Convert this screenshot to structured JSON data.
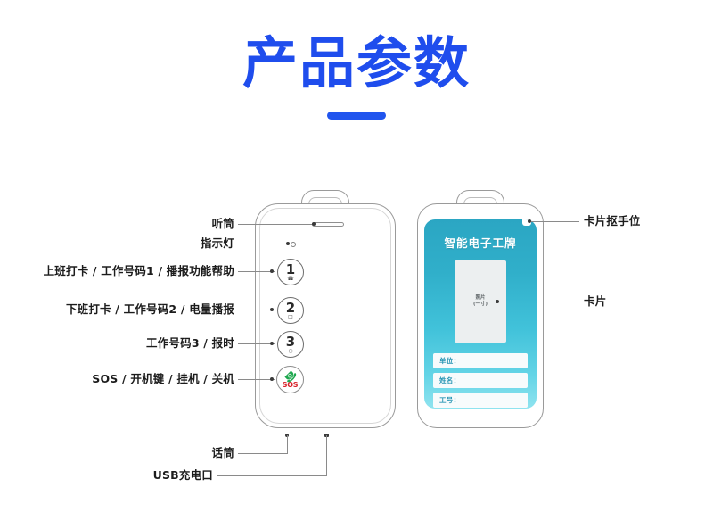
{
  "title": {
    "text": "产品参数"
  },
  "left_device": {
    "name": "电子工牌正面",
    "earpiece_slot": "earpiece-slot",
    "indicator_led": "indicator-led",
    "buttons": [
      {
        "number": "1",
        "glyph": "☎"
      },
      {
        "number": "2",
        "glyph": "□"
      },
      {
        "number": "3",
        "glyph": "○"
      }
    ],
    "sos_button": {
      "text": "SOS",
      "icon": "phone-handset-icon",
      "icon_glyph": "☎"
    },
    "labels": [
      {
        "text": "听筒"
      },
      {
        "text": "指示灯"
      },
      {
        "text": "上班打卡 / 工作号码1 / 播报功能帮助"
      },
      {
        "text": "下班打卡 / 工作号码2 / 电量播报"
      },
      {
        "text": "工作号码3 / 报时"
      },
      {
        "text": "SOS / 开机键 / 挂机 / 关机"
      },
      {
        "text": "话筒"
      },
      {
        "text": "USB充电口"
      }
    ]
  },
  "right_device": {
    "name": "电子工牌背面",
    "badge": {
      "title": "智能电子工牌",
      "photo_placeholder": "照片\n(一寸)",
      "fields": [
        {
          "label": "单位："
        },
        {
          "label": "姓名："
        },
        {
          "label": "工号："
        }
      ]
    },
    "labels": [
      {
        "text": "卡片抠手位"
      },
      {
        "text": "卡片"
      }
    ]
  },
  "colors": {
    "title_blue": "#1f4ded",
    "underline_blue": "#2155ee",
    "badge_teal_top": "#2ba6c3",
    "badge_cyan_bottom": "#8fe3ef",
    "outline_gray": "#9a9a9a",
    "sos_red": "#d8232a",
    "sos_green": "#1fa84f"
  }
}
